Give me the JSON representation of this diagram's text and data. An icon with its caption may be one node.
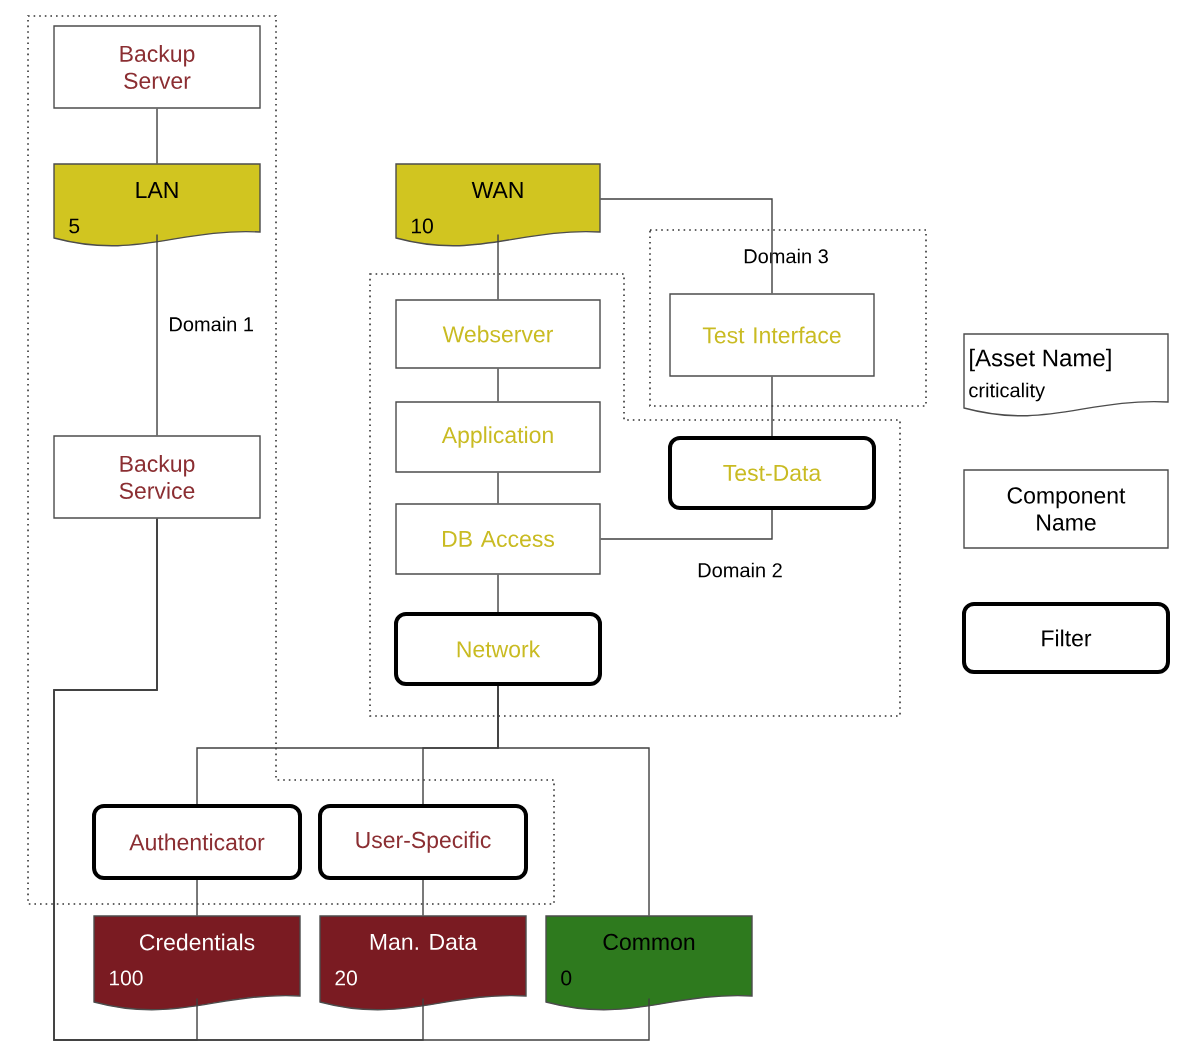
{
  "diagram": {
    "nodes": [
      {
        "text": [
          "Domain 1"
        ]
      },
      {
        "text": [
          "Backup Server"
        ],
        "in": 0
      },
      {
        "text": [
          "LAN",
          "5"
        ],
        "in": 0
      },
      {
        "text": [
          "Backup Service"
        ],
        "in": 0
      },
      {
        "text": [
          "Authenticator"
        ],
        "in": 0
      },
      {
        "text": [
          "User-Specific"
        ],
        "in": 0
      },
      {
        "text": [
          "WAN",
          "10"
        ]
      },
      {
        "text": [
          "Domain 2"
        ]
      },
      {
        "text": [
          "Webserver"
        ],
        "in": 7
      },
      {
        "text": [
          "Application"
        ],
        "in": 7
      },
      {
        "text": [
          "DB Access"
        ],
        "in": 7
      },
      {
        "text": [
          "Network"
        ],
        "in": 7
      },
      {
        "text": [
          "Test-Data"
        ],
        "in": 7
      },
      {
        "text": [
          "Domain 3"
        ]
      },
      {
        "text": [
          "Test Interface"
        ],
        "in": 13
      },
      {
        "text": [
          "Credentials",
          "100"
        ]
      },
      {
        "text": [
          "Man. Data",
          "20"
        ]
      },
      {
        "text": [
          "Common",
          "0"
        ]
      },
      {
        "text": [
          "[Asset Name]",
          "criticality"
        ]
      },
      {
        "text": [
          "Component Name"
        ]
      },
      {
        "text": [
          "Filter"
        ]
      }
    ],
    "edges": [
      {
        "from": 1,
        "to": 2,
        "arrow": "none"
      },
      {
        "from": 2,
        "to": 3,
        "arrow": "none"
      },
      {
        "from": 6,
        "to": 8,
        "arrow": "none"
      },
      {
        "from": 8,
        "to": 9,
        "arrow": "none"
      },
      {
        "from": 9,
        "to": 10,
        "arrow": "none"
      },
      {
        "from": 10,
        "to": 11,
        "arrow": "none"
      },
      {
        "from": 6,
        "to": 14,
        "arrow": "none"
      },
      {
        "from": 14,
        "to": 12,
        "arrow": "none"
      },
      {
        "from": 12,
        "to": 10,
        "arrow": "none"
      },
      {
        "from": 11,
        "to": 4,
        "arrow": "none"
      },
      {
        "from": 11,
        "to": 5,
        "arrow": "none"
      },
      {
        "from": 11,
        "to": 17,
        "arrow": "none"
      },
      {
        "from": 4,
        "to": 15,
        "arrow": "none"
      },
      {
        "from": 5,
        "to": 16,
        "arrow": "none"
      },
      {
        "from": 3,
        "to": 15,
        "arrow": "none"
      },
      {
        "from": 3,
        "to": 16,
        "arrow": "none"
      },
      {
        "from": 3,
        "to": 17,
        "arrow": "none"
      }
    ]
  }
}
